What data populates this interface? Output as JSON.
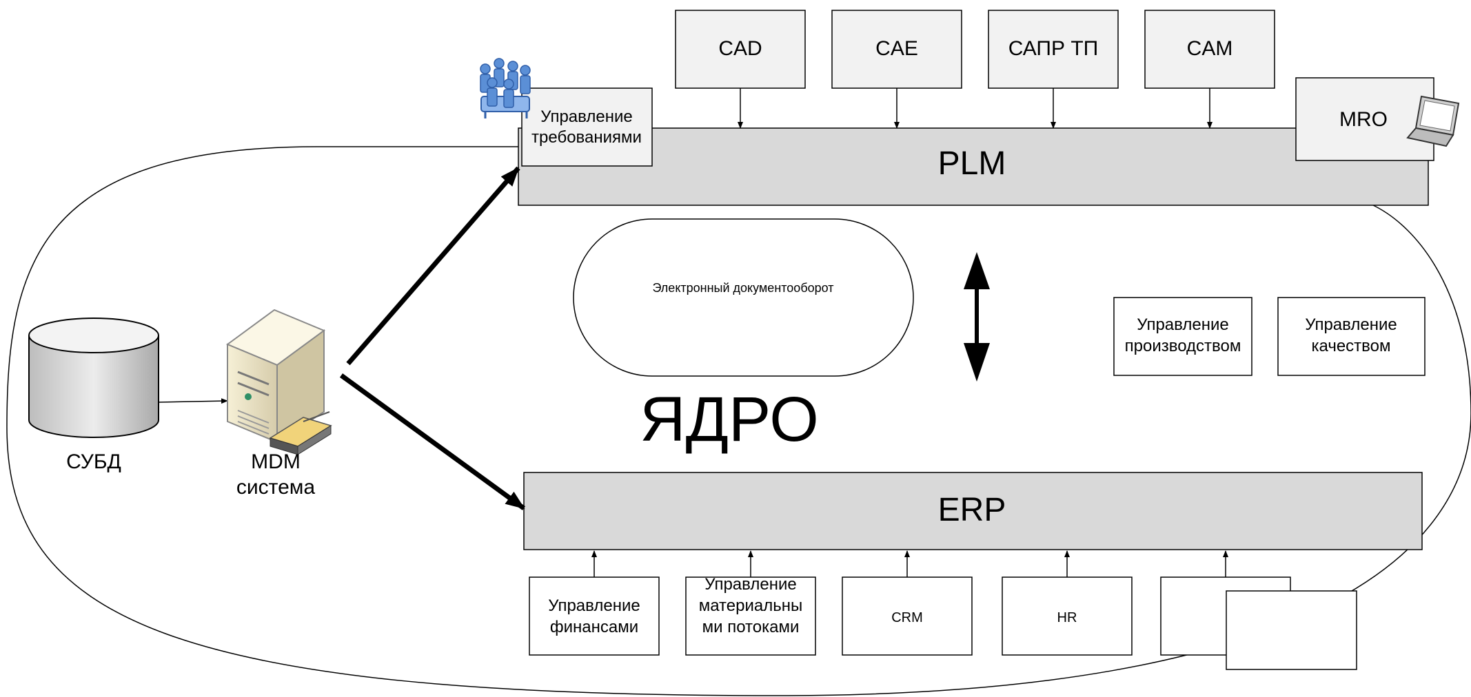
{
  "core_label": "ЯДРО",
  "plm": {
    "label": "PLM"
  },
  "erp": {
    "label": "ERP"
  },
  "top_modules": [
    "CAD",
    "CAE",
    "САПР ТП",
    "CAM"
  ],
  "requirements": {
    "lines": [
      "Управление",
      "требованиями"
    ]
  },
  "mro": {
    "label": "MRO"
  },
  "edm": {
    "label": "Электронный документооборот"
  },
  "side_modules": [
    {
      "lines": [
        "Управление",
        "производством"
      ]
    },
    {
      "lines": [
        "Управление",
        "качеством"
      ]
    }
  ],
  "bottom_modules": [
    {
      "lines": [
        "Управление",
        "финансами"
      ]
    },
    {
      "lines": [
        "Управление",
        "материальны",
        "ми потоками"
      ]
    },
    {
      "lines": [
        "CRM"
      ]
    },
    {
      "lines": [
        "HR"
      ]
    },
    {
      "lines": []
    }
  ],
  "dbms": {
    "label": "СУБД"
  },
  "mdm": {
    "lines": [
      "MDM",
      "система"
    ]
  },
  "colors": {
    "bar_fill": "#d9d9d9",
    "box_fill": "#f2f2f2",
    "stroke": "#000000",
    "cylinder": "#d4d4d4",
    "server_body": "#e9e2c4",
    "people_icon": "#5b8fd6"
  },
  "icons": [
    "meeting-people-icon",
    "laptop-icon",
    "database-cylinder-icon",
    "server-icon"
  ]
}
